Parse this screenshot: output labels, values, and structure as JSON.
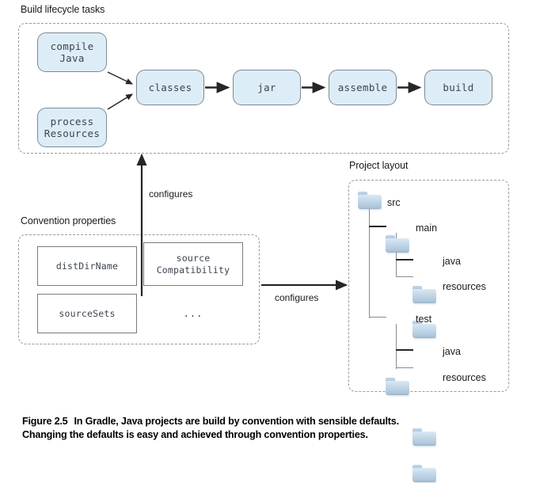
{
  "figure": {
    "number": "Figure 2.5",
    "caption_line1": "In Gradle, Java projects are build by convention with sensible defaults.",
    "caption_line2": "Changing the defaults is easy and achieved through convention properties."
  },
  "lifecycle": {
    "label": "Build lifecycle tasks",
    "tasks": {
      "compile_java_line1": "compile",
      "compile_java_line2": "Java",
      "process_resources_line1": "process",
      "process_resources_line2": "Resources",
      "classes": "classes",
      "jar": "jar",
      "assemble": "assemble",
      "build": "build"
    }
  },
  "convention": {
    "label": "Convention properties",
    "properties": {
      "dist_dir_name": "distDirName",
      "source_compatibility_line1": "source",
      "source_compatibility_line2": "Compatibility",
      "source_sets": "sourceSets",
      "ellipsis": "..."
    }
  },
  "project_layout": {
    "label": "Project layout",
    "tree": {
      "src": "src",
      "main": "main",
      "main_java": "java",
      "main_resources": "resources",
      "test": "test",
      "test_java": "java",
      "test_resources": "resources"
    }
  },
  "arrows": {
    "configures_vertical": "configures",
    "configures_horizontal": "configures"
  },
  "colors": {
    "task_fill": "#dcedf7",
    "task_border": "#7e8a92",
    "dashed_border": "#9a9a9a",
    "folder_blue": "#b8cde0",
    "arrow": "#262626"
  }
}
